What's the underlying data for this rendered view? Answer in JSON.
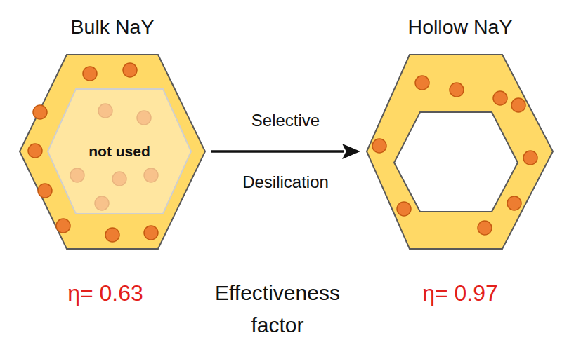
{
  "diagram": {
    "nodes": [
      {
        "text": [
          "Bulk NaY"
        ]
      },
      {
        "text": [
          "not used"
        ],
        "in": 0
      },
      {
        "text": [
          "Hollow NaY"
        ]
      }
    ],
    "edges": [
      {
        "from": 0,
        "to": 2,
        "arrow": "to",
        "label": "Selective Desilication"
      }
    ],
    "labels": [
      "η= 0.63",
      "Effectiveness factor",
      "η= 0.97"
    ]
  }
}
